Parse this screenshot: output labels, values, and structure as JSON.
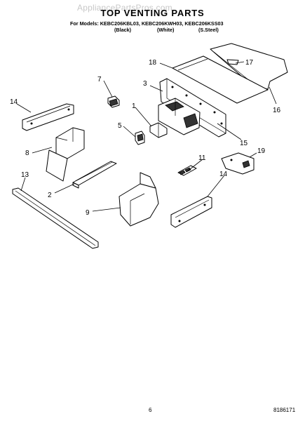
{
  "watermark": "AppliancePartsPros.com",
  "title": "TOP VENTING PARTS",
  "models_line": "For Models: KEBC206KBL03, KEBC206KWH03, KEBC206KSS03",
  "colors": [
    "(Black)",
    "(White)",
    "(S.Steel)"
  ],
  "callouts": {
    "c1": "1",
    "c2": "2",
    "c3": "3",
    "c5": "5",
    "c7": "7",
    "c8": "8",
    "c9": "9",
    "c11": "11",
    "c13": "13",
    "c14a": "14",
    "c14b": "14",
    "c15": "15",
    "c16": "16",
    "c17": "17",
    "c18": "18",
    "c19": "19"
  },
  "page_number": "6",
  "document_number": "8186171"
}
